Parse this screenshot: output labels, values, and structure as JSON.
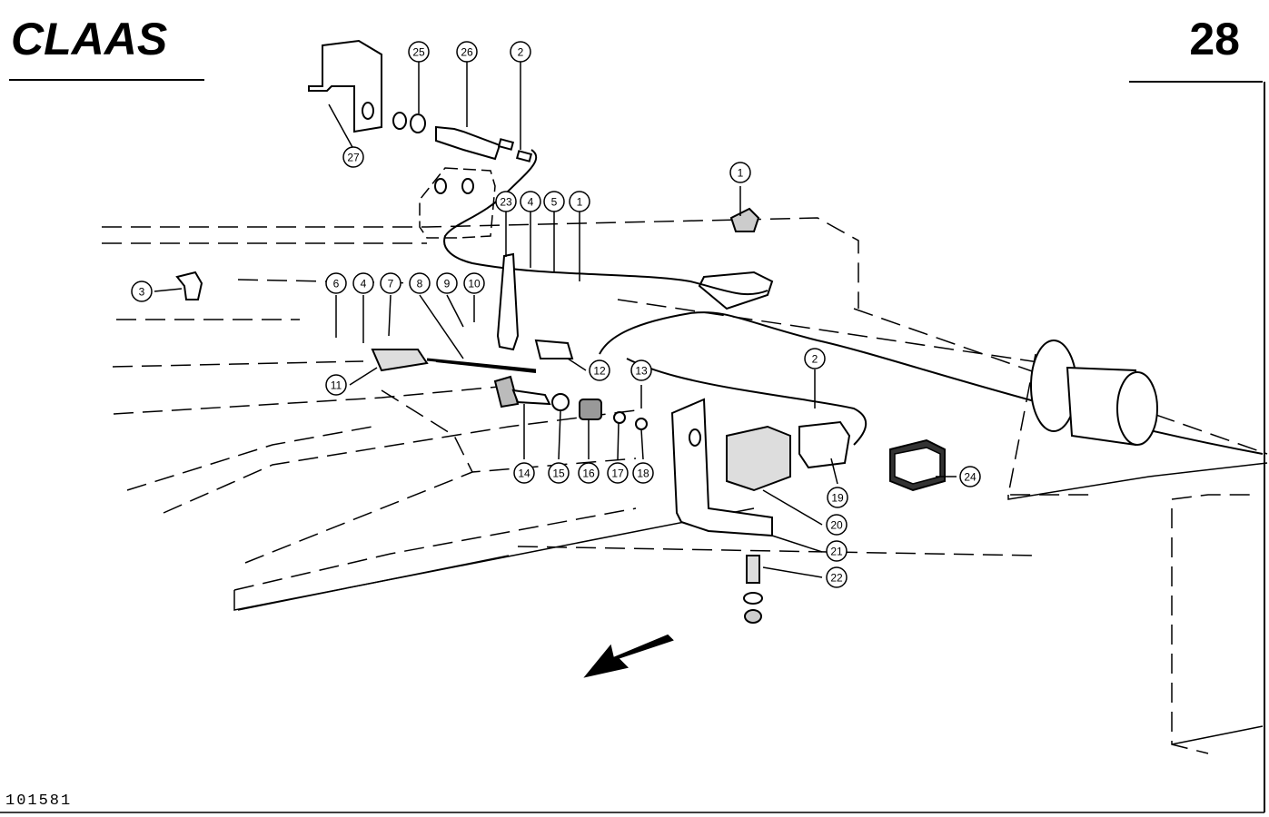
{
  "header": {
    "brand": "CLAAS",
    "page_number": "28"
  },
  "footer": {
    "figure_number": "101581"
  },
  "callouts": [
    "25",
    "26",
    "2",
    "27",
    "1",
    "3",
    "23",
    "4",
    "5",
    "1",
    "6",
    "4",
    "7",
    "8",
    "9",
    "10",
    "12",
    "11",
    "13",
    "2",
    "14",
    "15",
    "16",
    "17",
    "18",
    "19",
    "20",
    "24",
    "21",
    "22"
  ],
  "icons": [
    "parts-diagram",
    "direction-arrow-icon",
    "brand-logo"
  ]
}
